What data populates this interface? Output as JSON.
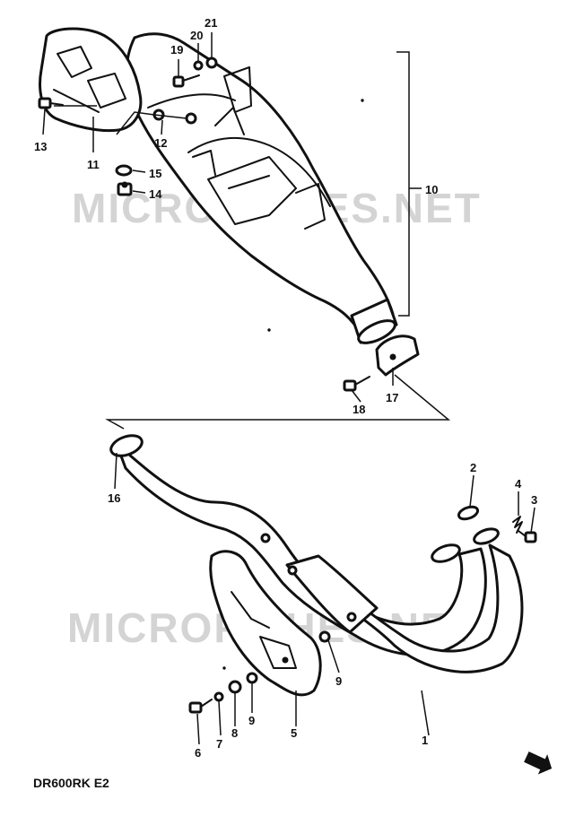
{
  "watermark": {
    "text": "MICROFICHES.NET"
  },
  "diagram_code": "DR600RK E2",
  "part_numbers": {
    "p1": "1",
    "p2": "2",
    "p3": "3",
    "p4": "4",
    "p5": "5",
    "p6": "6",
    "p7": "7",
    "p8": "8",
    "p9a": "9",
    "p9b": "9",
    "p10": "10",
    "p11": "11",
    "p12": "12",
    "p13": "13",
    "p14": "14",
    "p15": "15",
    "p16": "16",
    "p17": "17",
    "p18": "18",
    "p19": "19",
    "p20": "20",
    "p21": "21"
  },
  "icons": {
    "front_arrow": "front-arrow-icon"
  }
}
